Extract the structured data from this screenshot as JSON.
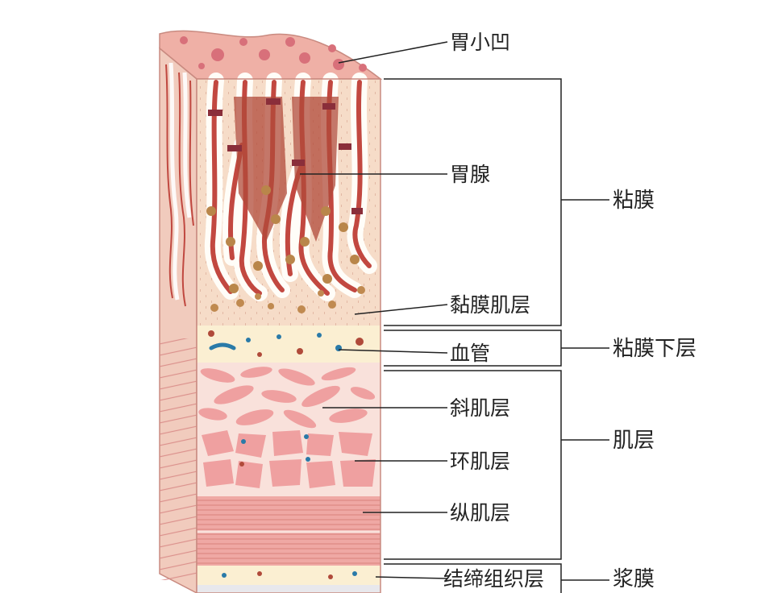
{
  "labels": {
    "gastric_pits": "胃小凹",
    "gastric_glands": "胃腺",
    "muscularis_mucosae": "黏膜肌层",
    "blood_vessel": "血管",
    "oblique_muscle": "斜肌层",
    "circular_muscle": "环肌层",
    "longitudinal_muscle": "纵肌层",
    "connective_tissue": "结缔组织层"
  },
  "groups": {
    "mucosa": "粘膜",
    "submucosa": "粘膜下层",
    "muscularis": "肌层",
    "serosa": "浆膜"
  },
  "colors": {
    "mucosa": "#f6dcc8",
    "submucosa": "#fbefd2",
    "muscle_bg": "#f9e1db",
    "muscle_cell": "#efa0a0",
    "longitudinal": "#efa8a4",
    "gland": "#fffdf8",
    "gland_lumen": "#c24840",
    "vessel_blue": "#2a7aa8",
    "vessel_red": "#b04a3a",
    "leader": "#222222"
  }
}
